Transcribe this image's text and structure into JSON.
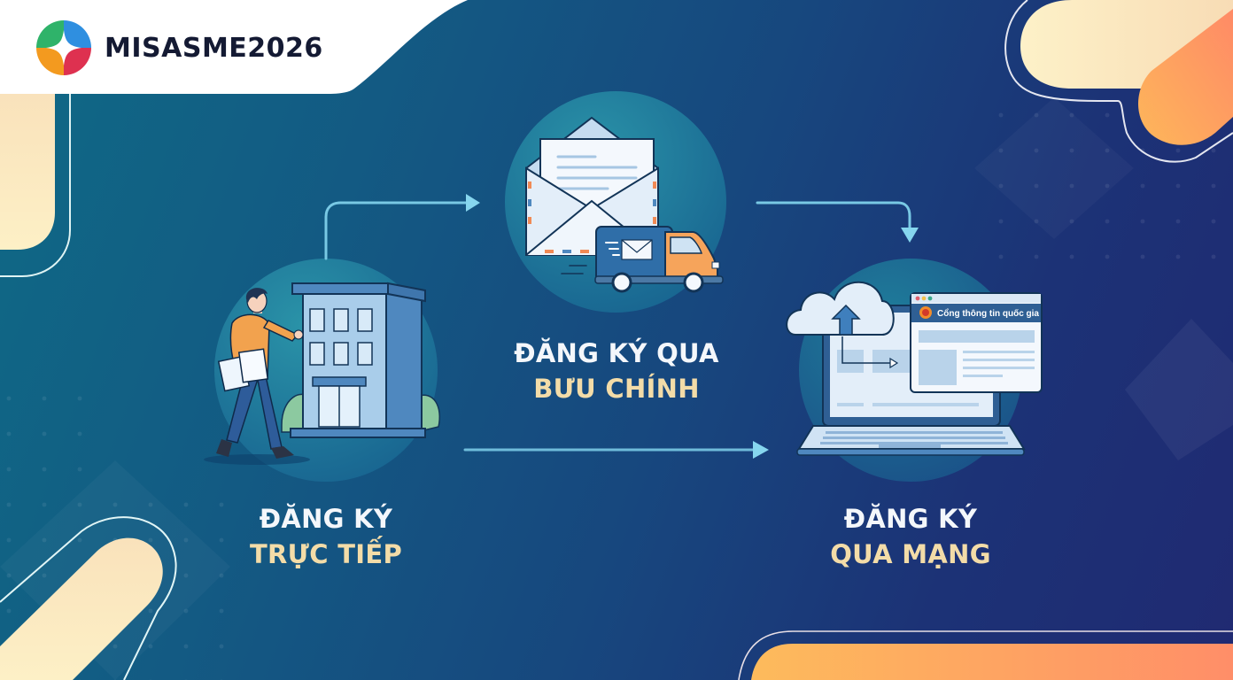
{
  "brand": {
    "name": "MISASME2026",
    "logo_icon": "four-color-star-circle-logo",
    "logo_colors": [
      "#2fb36a",
      "#2f8fe0",
      "#f39a1f",
      "#de3150"
    ]
  },
  "steps": [
    {
      "id": "direct",
      "line1": "ĐĂNG KÝ",
      "line2": "TRỰC TIẾP",
      "icon": "person-walking-to-office-building-icon"
    },
    {
      "id": "postal",
      "line1": "ĐĂNG KÝ QUA",
      "line2": "BƯU CHÍNH",
      "icon": "envelope-and-delivery-truck-icon"
    },
    {
      "id": "online",
      "line1": "ĐĂNG KÝ",
      "line2": "QUA MẠNG",
      "icon": "laptop-cloud-upload-portal-icon",
      "portal_window_title": "Cổng thông tin quốc gia"
    }
  ],
  "colors": {
    "bg_teal": "#0f6a86",
    "bg_navy": "#202a72",
    "label_white": "#f4f7fb",
    "label_gold": "#f3dca8",
    "arrow": "#7fd0ea",
    "cream": "#fcebc4",
    "orange": "#fdb35a",
    "coral": "#ff8a66"
  }
}
